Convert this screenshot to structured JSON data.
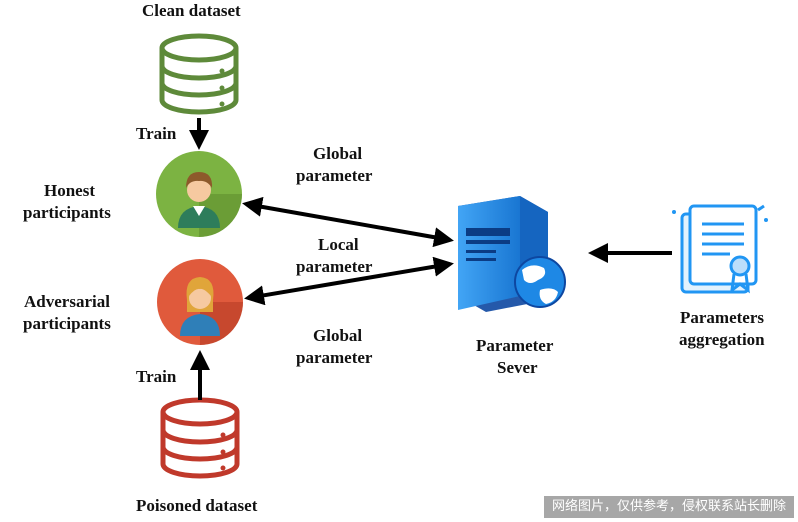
{
  "labels": {
    "clean_dataset": "Clean dataset",
    "train_top": "Train",
    "honest_1": "Honest",
    "honest_2": "participants",
    "global_param_top_1": "Global",
    "global_param_top_2": "parameter",
    "local_param_1": "Local",
    "local_param_2": "parameter",
    "adversarial_1": "Adversarial",
    "adversarial_2": "participants",
    "global_param_bottom_1": "Global",
    "global_param_bottom_2": "parameter",
    "train_bottom": "Train",
    "poisoned_dataset": "Poisoned dataset",
    "server_1": "Parameter",
    "server_2": "Sever",
    "aggregation_1": "Parameters",
    "aggregation_2": "aggregation"
  },
  "watermark": "网络图片，仅供参考，侵权联系站长删除",
  "colors": {
    "clean_db": "#5e8a3a",
    "poison_db": "#c0392b",
    "honest_circle": "#7cb342",
    "adversarial_circle": "#e05a3c",
    "server": "#1e88e5",
    "document": "#2196f3",
    "arrow": "#000000"
  },
  "icons": {
    "clean_db": "database-icon",
    "poison_db": "database-icon",
    "honest": "user-icon",
    "adversarial": "user-icon",
    "server": "server-globe-icon",
    "aggregation": "certificate-document-icon"
  }
}
